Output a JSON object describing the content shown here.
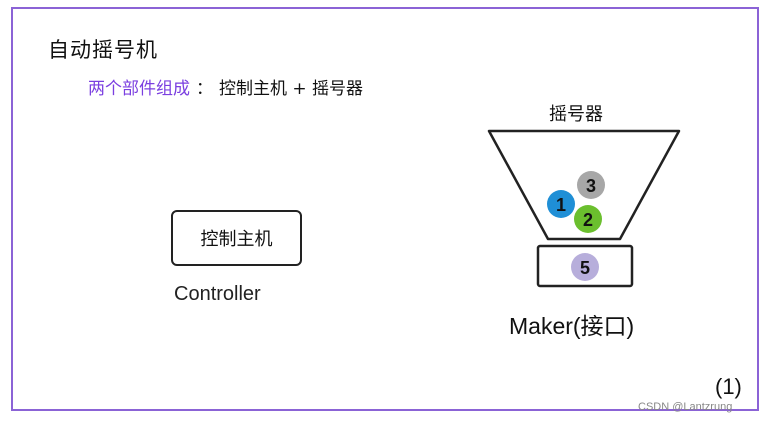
{
  "title": "自动摇号机",
  "subtitle": {
    "lead": "两个部件组成",
    "colon": "：",
    "rest": "控制主机 + 摇号器"
  },
  "controller": {
    "box_label": "控制主机",
    "caption": "Controller"
  },
  "hopper": {
    "label": "摇号器",
    "caption": "Maker(接口)",
    "balls": [
      {
        "label": "1",
        "color": "#1f8fd6"
      },
      {
        "label": "2",
        "color": "#6bbf2e"
      },
      {
        "label": "3",
        "color": "#a7a7a7"
      }
    ],
    "slot_ball": {
      "label": "5",
      "color": "#b7aedb"
    }
  },
  "page_number": "(1)",
  "watermark": "CSDN @Lantzrung",
  "colors": {
    "frame": "#8b63d6",
    "accent_text": "#7b3fe0"
  }
}
